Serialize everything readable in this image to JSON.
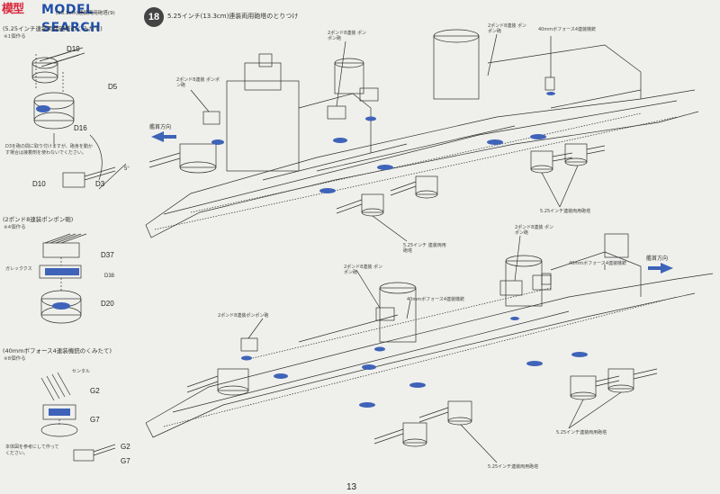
{
  "watermark": {
    "logo": "模型",
    "text": "MODEL SEARCH",
    "sub": "(13.3cm)連装両用砲塔(9)"
  },
  "left_column": {
    "section1": {
      "title": "(5.25インチ連装両用砲塔のくみたて)",
      "note": "※1個作る",
      "parts": [
        "D19",
        "D5",
        "D16",
        "D10",
        "D3"
      ],
      "instruction": "D3を砲の間に取り付けますが、砲身を動かす場合は接着剤を使わないでください。",
      "angle": "5°"
    },
    "section2": {
      "title": "(2ポンド8連装ポンポン砲)",
      "note": "※4個作る",
      "parts": [
        "D37",
        "D38",
        "D20"
      ],
      "callout": "ガレッククス"
    },
    "section3": {
      "title": "(40mmボフォース4連装機銃のくみたて)",
      "note": "※8個作る",
      "parts": [
        "G2",
        "G7",
        "G2",
        "G7"
      ],
      "callout": "センタル",
      "instruction": "本体図を参考にして作ってください。"
    }
  },
  "main": {
    "step_number": "18",
    "step_title": "5.25インチ(13.3cm)連装両用砲塔のとりつけ",
    "upper": {
      "direction": "艦首方向",
      "callouts": [
        "2ポンド8連装 ポンポン砲",
        "2ポンド8連装 ポンポン砲",
        "2ポンド8連装 ポンポン砲",
        "40mmボフォース4連装機銃",
        "5.25インチ連装両用砲塔",
        "5.25インチ 連装両用砲塔"
      ]
    },
    "lower": {
      "direction": "艦首方向",
      "callouts": [
        "2ポンド8連装ポンポン砲",
        "2ポンド8連装 ポンポン砲",
        "40mmボフォース4連装機銃",
        "2ポンド8連装 ポンポン砲",
        "40mmボフォース4連装機銃",
        "5.25インチ連装両用砲塔",
        "5.25インチ連装両用砲塔"
      ]
    }
  },
  "page_number": "13"
}
